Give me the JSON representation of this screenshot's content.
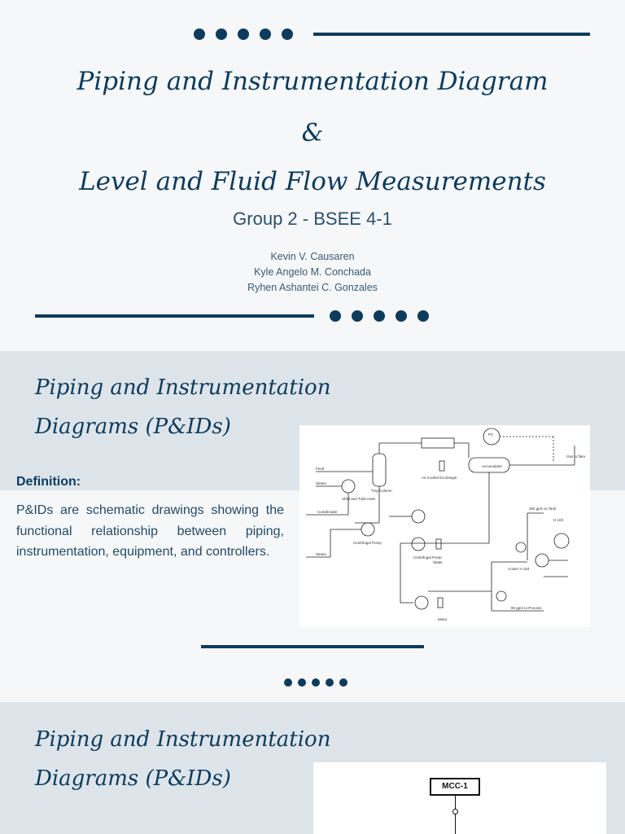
{
  "cover": {
    "title_line1": "Piping and Instrumentation Diagram",
    "title_amp": "&",
    "title_line2": "Level and Fluid Flow Measurements",
    "subtitle": "Group 2 - BSEE 4-1",
    "members": [
      "Kevin V. Causaren",
      "Kyle Angelo M. Conchada",
      "Ryhen Ashantei C. Gonzales"
    ]
  },
  "section1": {
    "heading_line1": "Piping and Instrumentation",
    "heading_line2": "Diagrams (P&IDs)",
    "definition_label": "Definition:",
    "definition_text": "P&IDs are schematic drawings showing the functional relationship between piping, instrumentation, equipment, and controllers.",
    "diagram_labels": {
      "feed": "Feed",
      "steam": "Steam",
      "condensate": "Condensate",
      "steam2": "Steam",
      "shell_tube": "Shell and Tube Heat",
      "tray_column": "Tray Column",
      "centrifugal_pump": "Centrifugal Pump",
      "air_cooled": "Air Cooled Exchanger",
      "accumulator": "Accumulator",
      "gas_to_flare": "Gas to flare",
      "to_tank": "250 gpm to Tank",
      "to_process": "90 gpm to Process",
      "cooler": "Cooler H 104",
      "water": "Water",
      "motor": "Motor",
      "pc": "PC",
      "h103": "H 103"
    }
  },
  "section2": {
    "heading_line1": "Piping and Instrumentation",
    "heading_line2": "Diagrams (P&IDs)",
    "mcc_label": "MCC-1"
  }
}
